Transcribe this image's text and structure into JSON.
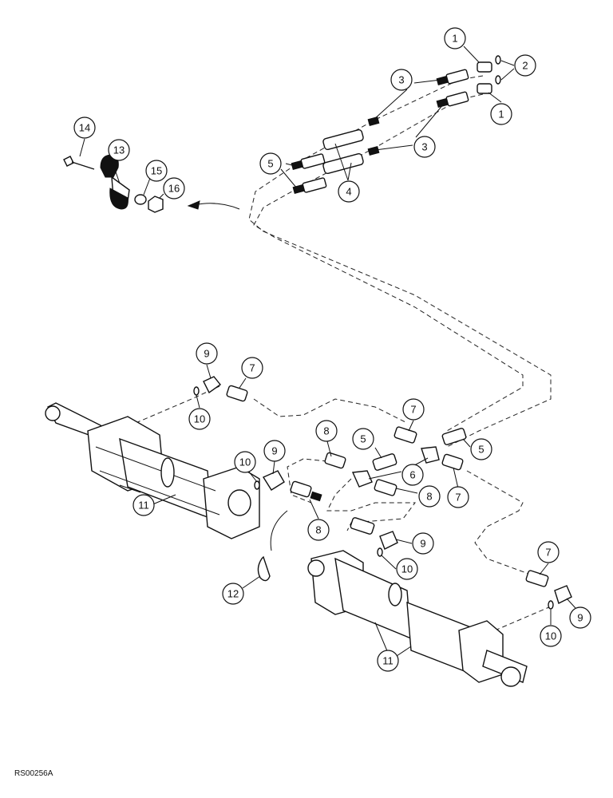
{
  "figure_ref": "RS00256A",
  "callouts": {
    "c1a": "1",
    "c2": "2",
    "c1b": "1",
    "c3a": "3",
    "c3b": "3",
    "c5a": "5",
    "c4": "4",
    "c14": "14",
    "c13": "13",
    "c15": "15",
    "c16": "16",
    "c9a": "9",
    "c7a": "7",
    "c10a": "10",
    "c7b": "7",
    "c8a": "8",
    "c5b": "5",
    "c5c": "5",
    "c6": "6",
    "c8b": "8",
    "c7c": "7",
    "c10b": "10",
    "c9b": "9",
    "c11a": "11",
    "c8c": "8",
    "c9c": "9",
    "c10c": "10",
    "c12": "12",
    "c7d": "7",
    "c9d": "9",
    "c10d": "10",
    "c11b": "11"
  }
}
